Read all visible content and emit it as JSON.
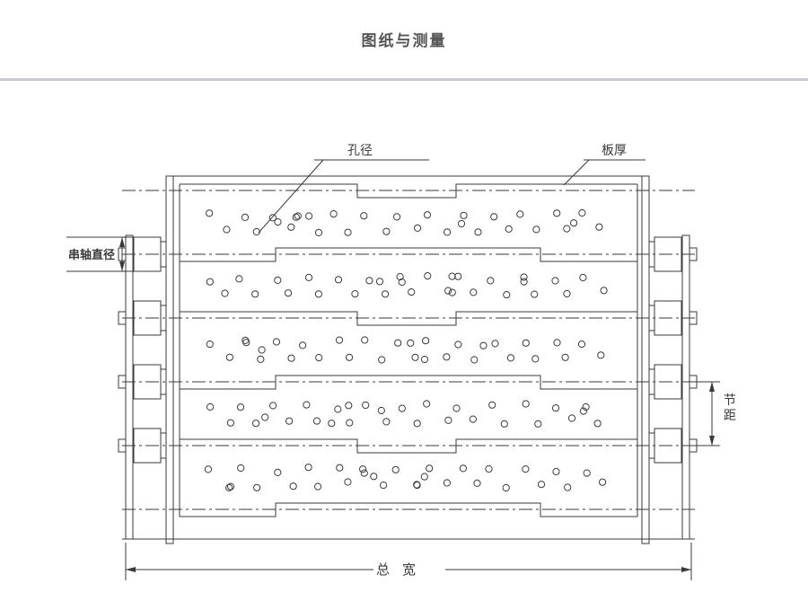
{
  "page": {
    "title": "图纸与测量"
  },
  "labels": {
    "hole_diameter": "孔径",
    "plate_thickness": "板厚",
    "shaft_diameter": "串轴直径",
    "pitch": "节距",
    "total_width": "总宽"
  },
  "colors": {
    "line": "#3a3a3a",
    "divider": "#c7cdd3",
    "title": "#555555"
  }
}
